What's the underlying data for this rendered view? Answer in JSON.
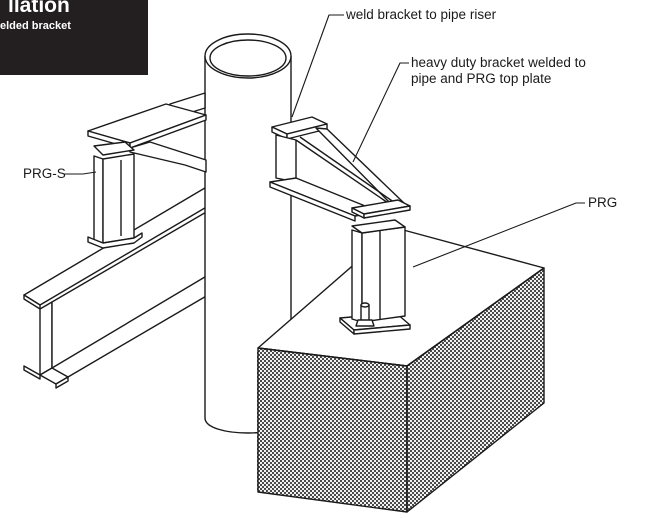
{
  "header": {
    "title": "llation",
    "subtitle": "elded bracket"
  },
  "callouts": {
    "weld_bracket": "weld bracket to pipe riser",
    "heavy_duty_line1": "heavy duty bracket welded to",
    "heavy_duty_line2": "pipe and PRG top plate",
    "prg_s": "PRG-S",
    "prg": "PRG"
  },
  "colors": {
    "header_bg": "#231f20",
    "line": "#1a1a1a",
    "concrete": "#5a5a5a"
  }
}
